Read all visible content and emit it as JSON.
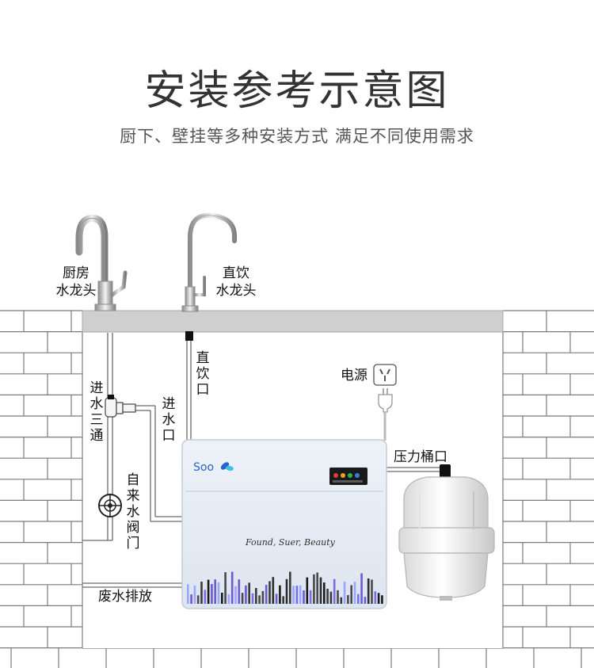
{
  "title": "安装参考示意图",
  "subtitle": "厨下、壁挂等多种安装方式  满足不同使用需求",
  "labels": {
    "kitchen_faucet": "厨房\n水龙头",
    "drink_faucet": "直饮\n水龙头",
    "direct_drink_outlet": "直饮口",
    "inlet_tee": "进水三通",
    "inlet": "进水口",
    "tap_valve": "自来水阀门",
    "power": "电源",
    "tank_port": "压力桶口",
    "waste": "废水排放"
  },
  "purifier": {
    "brand": "Soo",
    "slogan": "Found, Suer, Beauty"
  },
  "colors": {
    "counter": "#c9c9c9",
    "wall_line": "#7a7a7a",
    "purifier_bg": "#e6ecf4",
    "accent_blue": "#2a62c8"
  }
}
